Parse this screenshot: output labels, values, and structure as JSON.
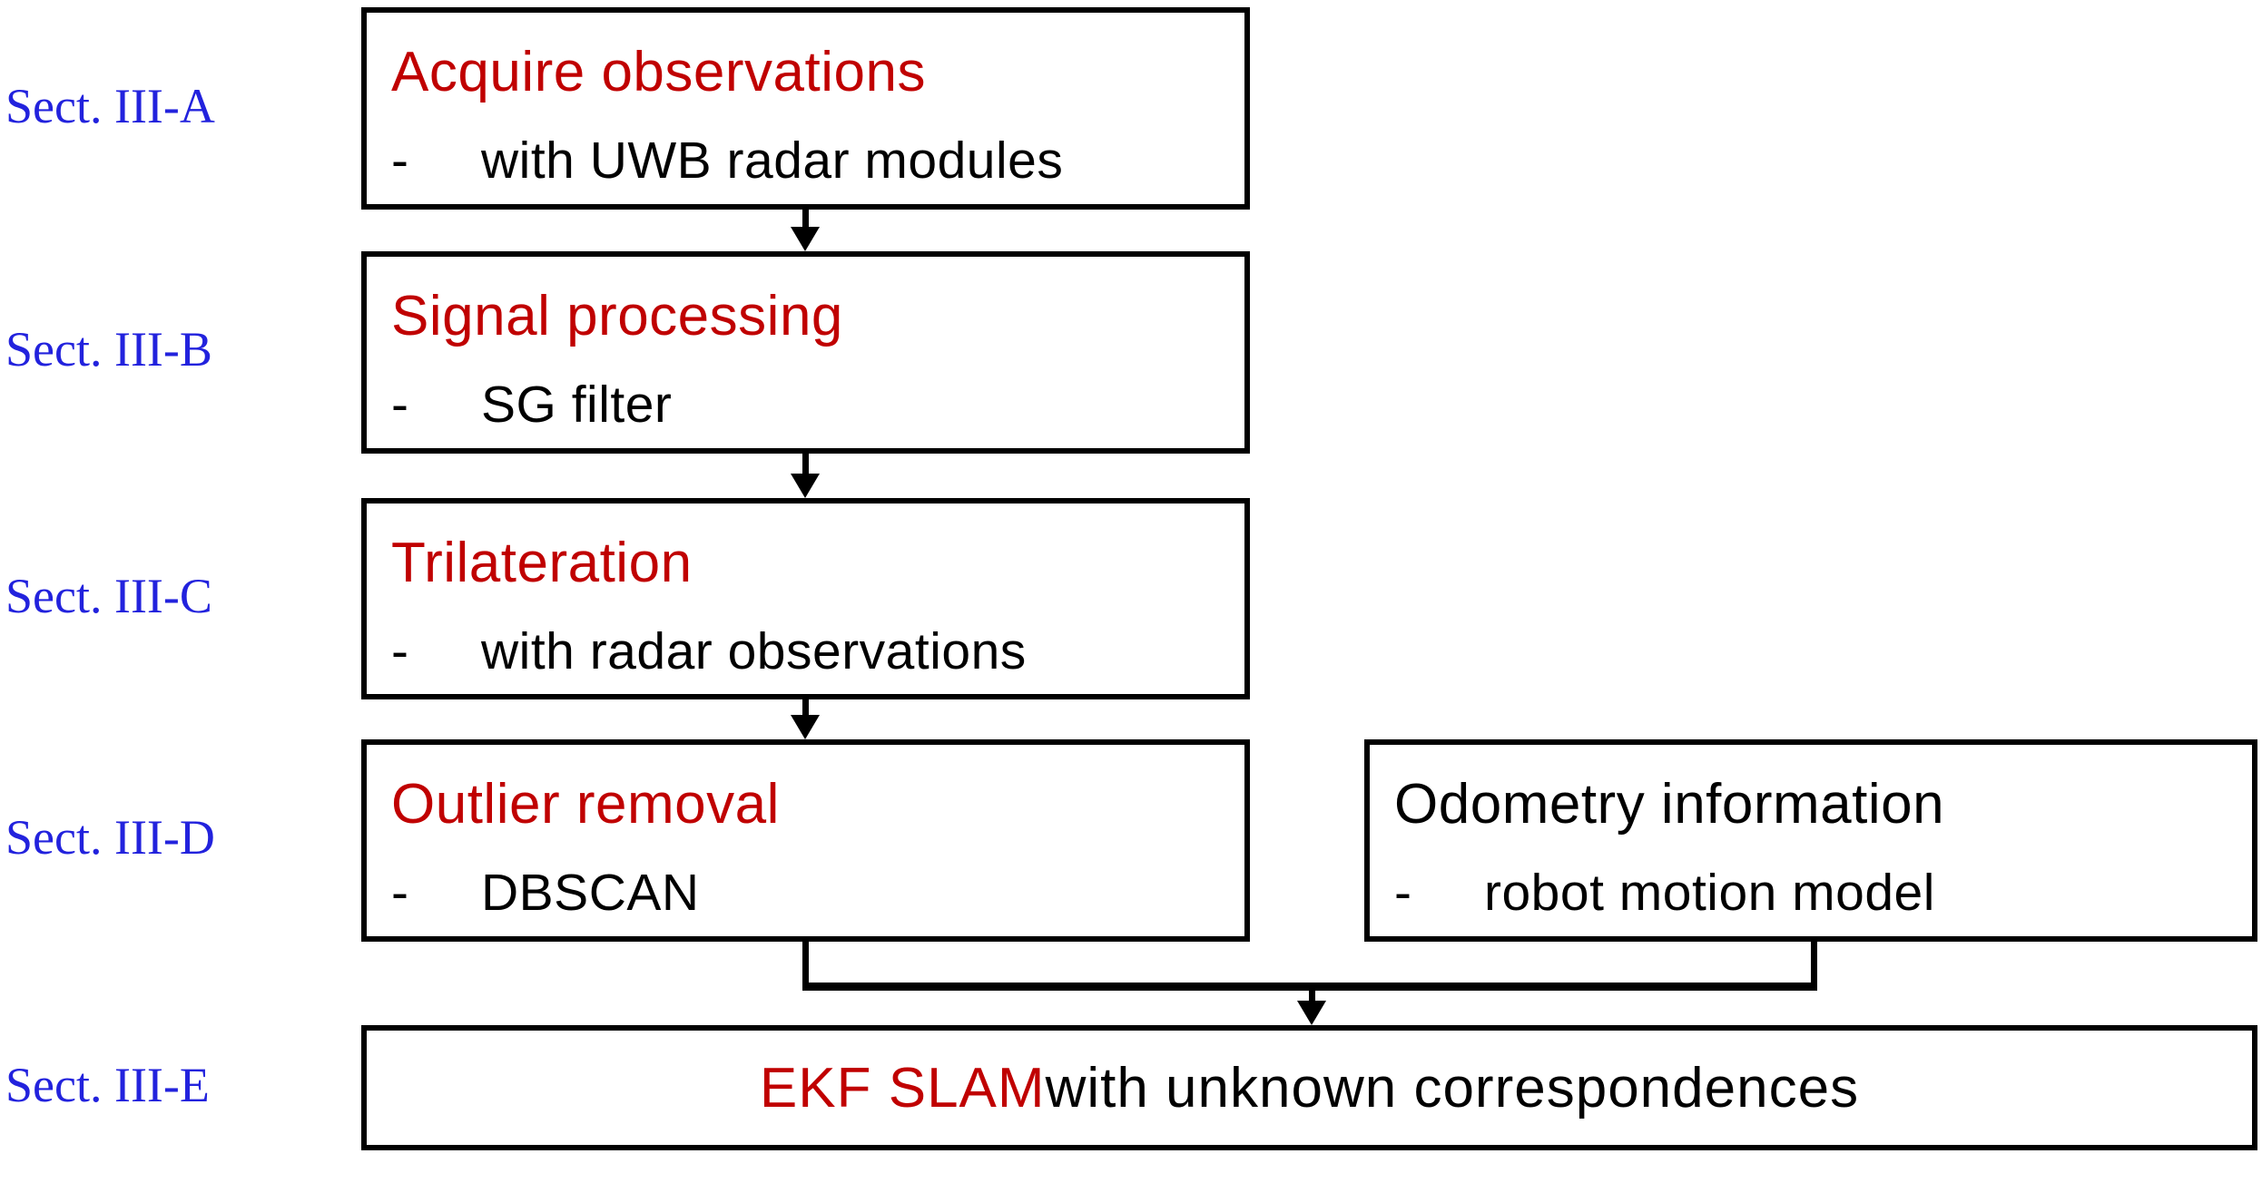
{
  "figure": {
    "type": "flowchart",
    "colors": {
      "title_red": "#C00000",
      "label_blue": "#2222DD",
      "line_black": "#000000",
      "background": "#ffffff"
    },
    "section_labels": [
      "Sect. III-A",
      "Sect. III-B",
      "Sect. III-C",
      "Sect. III-D",
      "Sect. III-E"
    ],
    "boxes": {
      "acquire": {
        "title": "Acquire observations",
        "bullet": "-",
        "item": "with UWB radar modules"
      },
      "signal": {
        "title": "Signal processing",
        "bullet": "-",
        "item": "SG filter"
      },
      "trilateration": {
        "title": "Trilateration",
        "bullet": "-",
        "item": "with radar observations"
      },
      "outlier": {
        "title": "Outlier removal",
        "bullet": "-",
        "item": "DBSCAN"
      },
      "odometry": {
        "title": "Odometry information",
        "bullet": "-",
        "item": "robot motion model"
      },
      "ekf": {
        "highlight": "EKF SLAM",
        "rest": " with unknown correspondences"
      }
    }
  }
}
